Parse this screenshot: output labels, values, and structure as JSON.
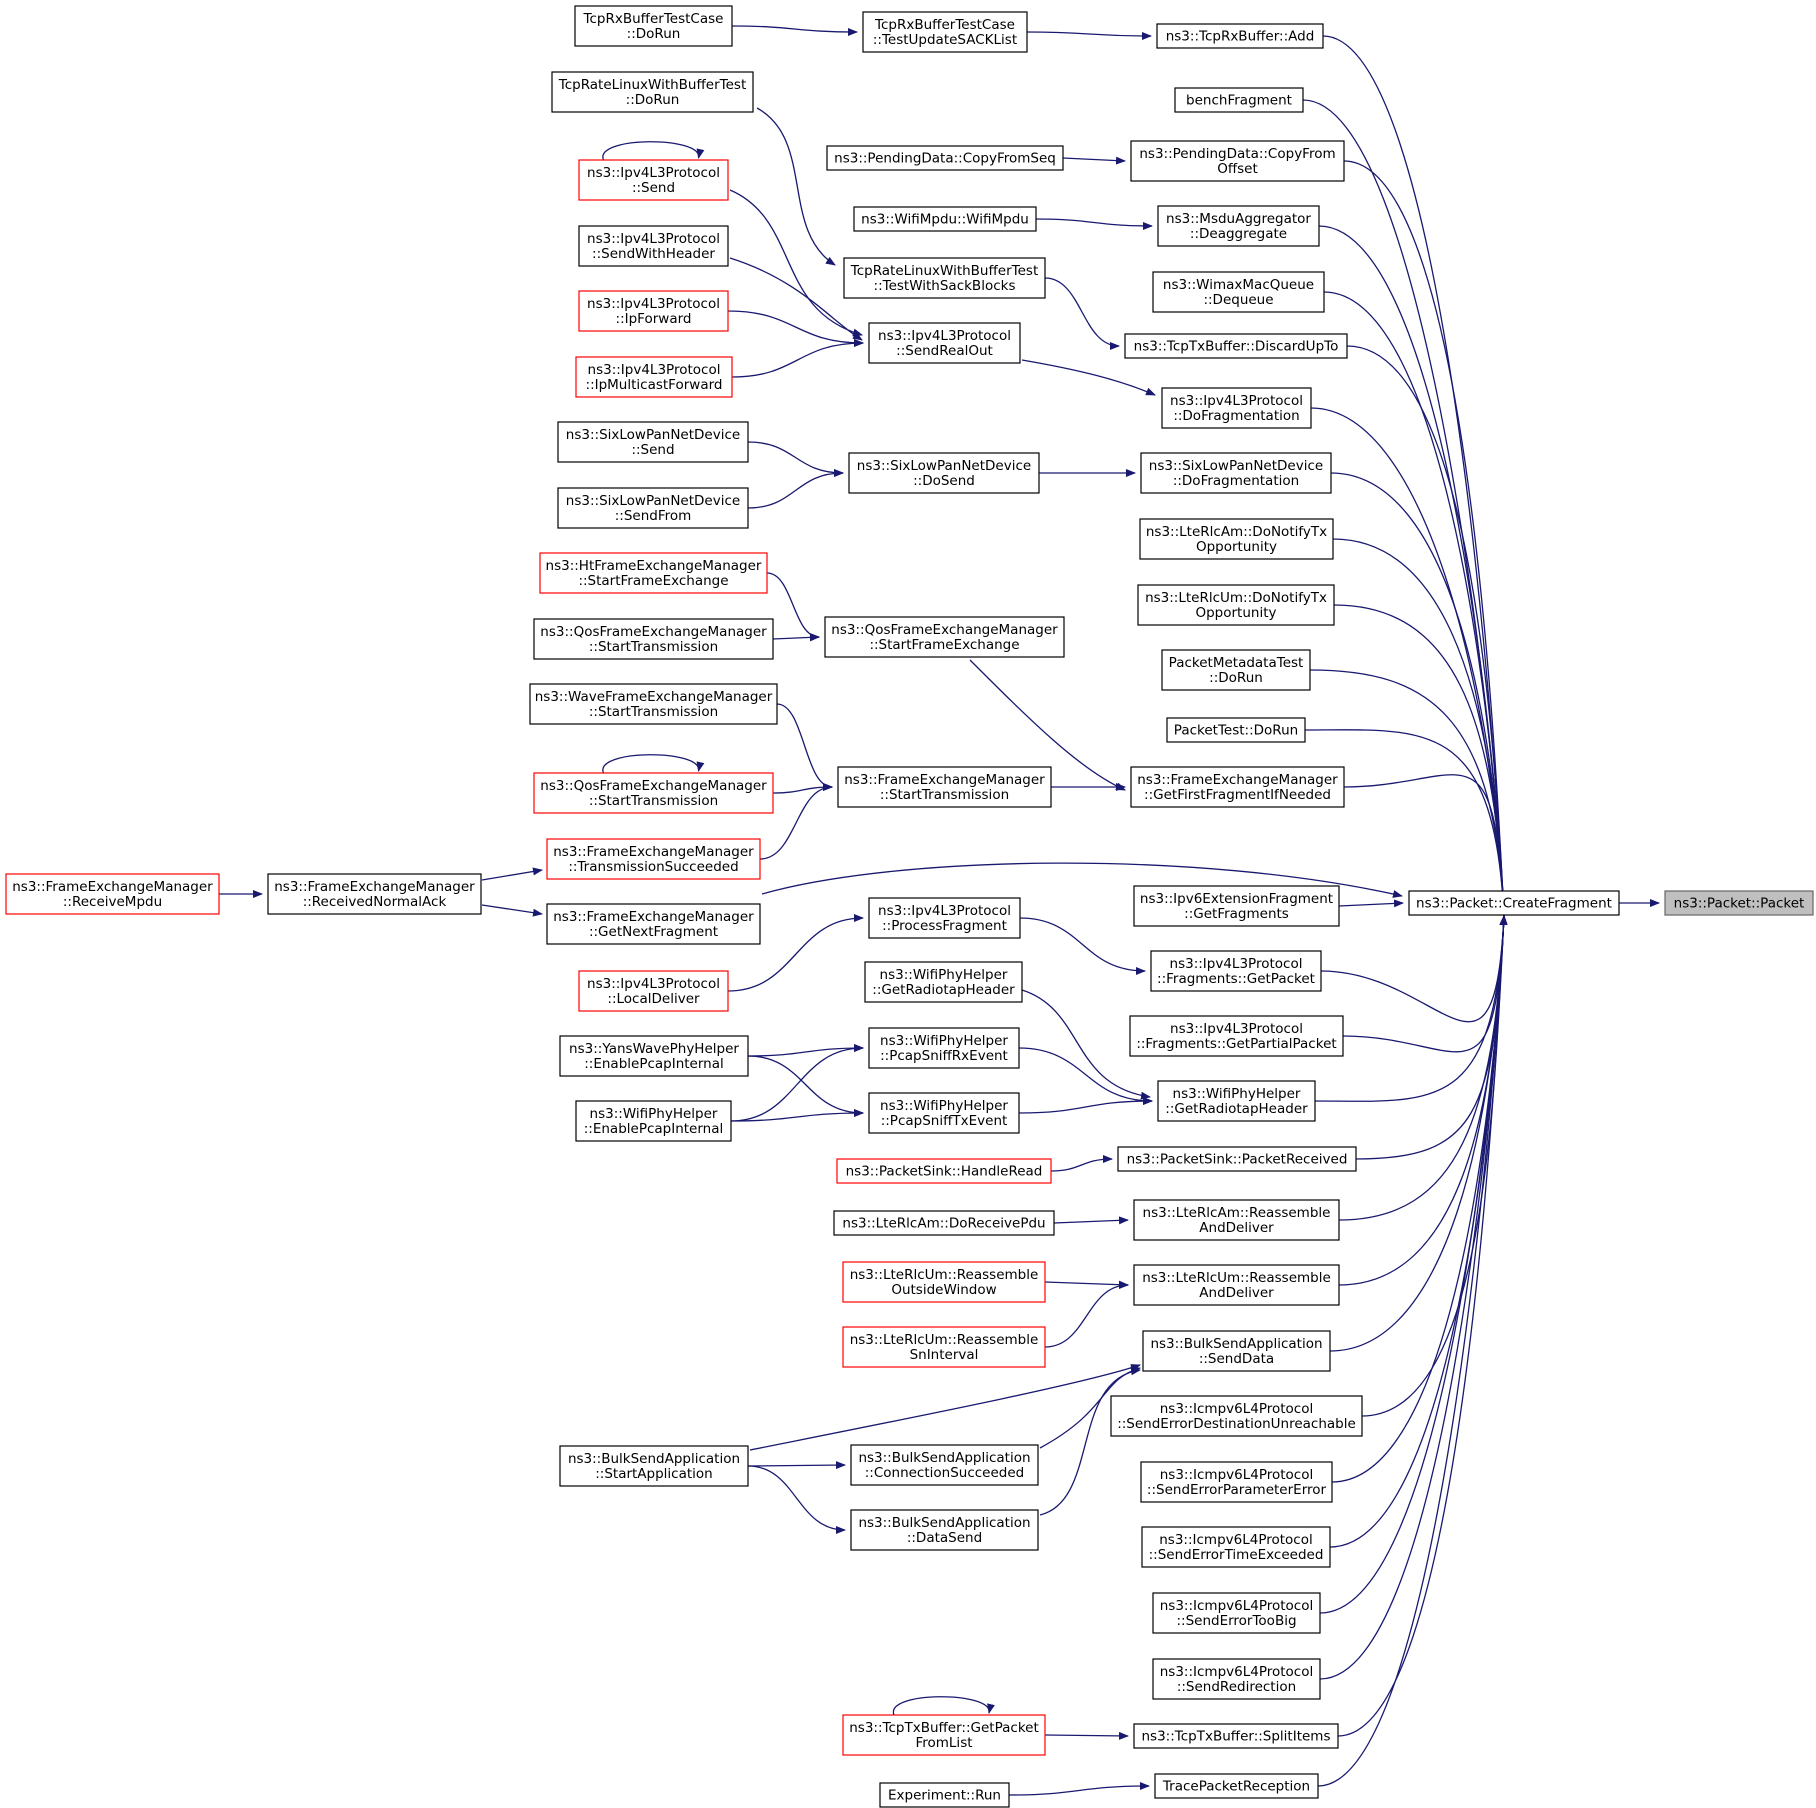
{
  "nodes": [
    {
      "id": "packet",
      "lines": [
        "ns3::Packet::Packet"
      ],
      "kind": "root"
    },
    {
      "id": "createFragment",
      "lines": [
        "ns3::Packet::CreateFragment"
      ],
      "kind": "normal"
    },
    {
      "id": "rxAdd",
      "lines": [
        "ns3::TcpRxBuffer::Add"
      ],
      "kind": "normal"
    },
    {
      "id": "benchFragment",
      "lines": [
        "benchFragment"
      ],
      "kind": "normal"
    },
    {
      "id": "copyFromOffset",
      "lines": [
        "ns3::PendingData::CopyFrom",
        "Offset"
      ],
      "kind": "normal"
    },
    {
      "id": "deaggregate",
      "lines": [
        "ns3::MsduAggregator",
        "::Deaggregate"
      ],
      "kind": "normal"
    },
    {
      "id": "wimaxDequeue",
      "lines": [
        "ns3::WimaxMacQueue",
        "::Dequeue"
      ],
      "kind": "normal"
    },
    {
      "id": "discardUpTo",
      "lines": [
        "ns3::TcpTxBuffer::DiscardUpTo"
      ],
      "kind": "normal"
    },
    {
      "id": "ipv4DoFrag",
      "lines": [
        "ns3::Ipv4L3Protocol",
        "::DoFragmentation"
      ],
      "kind": "normal"
    },
    {
      "id": "sixDoFrag",
      "lines": [
        "ns3::SixLowPanNetDevice",
        "::DoFragmentation"
      ],
      "kind": "normal"
    },
    {
      "id": "rlcAmNotify",
      "lines": [
        "ns3::LteRlcAm::DoNotifyTx",
        "Opportunity"
      ],
      "kind": "normal"
    },
    {
      "id": "rlcUmNotify",
      "lines": [
        "ns3::LteRlcUm::DoNotifyTx",
        "Opportunity"
      ],
      "kind": "normal"
    },
    {
      "id": "pktMetaTest",
      "lines": [
        "PacketMetadataTest",
        "::DoRun"
      ],
      "kind": "normal"
    },
    {
      "id": "pktTest",
      "lines": [
        "PacketTest::DoRun"
      ],
      "kind": "normal"
    },
    {
      "id": "getFirstFrag",
      "lines": [
        "ns3::FrameExchangeManager",
        "::GetFirstFragmentIfNeeded"
      ],
      "kind": "normal"
    },
    {
      "id": "ipv6GetFrags",
      "lines": [
        "ns3::Ipv6ExtensionFragment",
        "::GetFragments"
      ],
      "kind": "normal"
    },
    {
      "id": "fragGetPacket",
      "lines": [
        "ns3::Ipv4L3Protocol",
        "::Fragments::GetPacket"
      ],
      "kind": "normal"
    },
    {
      "id": "fragGetPartial",
      "lines": [
        "ns3::Ipv4L3Protocol",
        "::Fragments::GetPartialPacket"
      ],
      "kind": "normal"
    },
    {
      "id": "getRadiotapR",
      "lines": [
        "ns3::WifiPhyHelper",
        "::GetRadiotapHeader"
      ],
      "kind": "normal"
    },
    {
      "id": "pktReceived",
      "lines": [
        "ns3::PacketSink::PacketReceived"
      ],
      "kind": "normal"
    },
    {
      "id": "rlcAmReasm",
      "lines": [
        "ns3::LteRlcAm::Reassemble",
        "AndDeliver"
      ],
      "kind": "normal"
    },
    {
      "id": "rlcUmReasm",
      "lines": [
        "ns3::LteRlcUm::Reassemble",
        "AndDeliver"
      ],
      "kind": "normal"
    },
    {
      "id": "bulkSendData",
      "lines": [
        "ns3::BulkSendApplication",
        "::SendData"
      ],
      "kind": "normal"
    },
    {
      "id": "icmpDestUnreach",
      "lines": [
        "ns3::Icmpv6L4Protocol",
        "::SendErrorDestinationUnreachable"
      ],
      "kind": "normal"
    },
    {
      "id": "icmpParamErr",
      "lines": [
        "ns3::Icmpv6L4Protocol",
        "::SendErrorParameterError"
      ],
      "kind": "normal"
    },
    {
      "id": "icmpTimeExc",
      "lines": [
        "ns3::Icmpv6L4Protocol",
        "::SendErrorTimeExceeded"
      ],
      "kind": "normal"
    },
    {
      "id": "icmpTooBig",
      "lines": [
        "ns3::Icmpv6L4Protocol",
        "::SendErrorTooBig"
      ],
      "kind": "normal"
    },
    {
      "id": "icmpRedirect",
      "lines": [
        "ns3::Icmpv6L4Protocol",
        "::SendRedirection"
      ],
      "kind": "normal"
    },
    {
      "id": "splitItems",
      "lines": [
        "ns3::TcpTxBuffer::SplitItems"
      ],
      "kind": "normal"
    },
    {
      "id": "traceReception",
      "lines": [
        "TracePacketReception"
      ],
      "kind": "normal"
    },
    {
      "id": "testUpdateSack",
      "lines": [
        "TcpRxBufferTestCase",
        "::TestUpdateSACKList"
      ],
      "kind": "normal"
    },
    {
      "id": "copyFromSeq",
      "lines": [
        "ns3::PendingData::CopyFromSeq"
      ],
      "kind": "normal"
    },
    {
      "id": "wifiMpdu",
      "lines": [
        "ns3::WifiMpdu::WifiMpdu"
      ],
      "kind": "normal"
    },
    {
      "id": "testWithSack",
      "lines": [
        "TcpRateLinuxWithBufferTest",
        "::TestWithSackBlocks"
      ],
      "kind": "normal"
    },
    {
      "id": "sendRealOut",
      "lines": [
        "ns3::Ipv4L3Protocol",
        "::SendRealOut"
      ],
      "kind": "normal"
    },
    {
      "id": "sixDoSend",
      "lines": [
        "ns3::SixLowPanNetDevice",
        "::DoSend"
      ],
      "kind": "normal"
    },
    {
      "id": "qosStartFE",
      "lines": [
        "ns3::QosFrameExchangeManager",
        "::StartFrameExchange"
      ],
      "kind": "normal"
    },
    {
      "id": "femStartTx",
      "lines": [
        "ns3::FrameExchangeManager",
        "::StartTransmission"
      ],
      "kind": "normal"
    },
    {
      "id": "processFrag",
      "lines": [
        "ns3::Ipv4L3Protocol",
        "::ProcessFragment"
      ],
      "kind": "normal"
    },
    {
      "id": "getRadiotapL",
      "lines": [
        "ns3::WifiPhyHelper",
        "::GetRadiotapHeader"
      ],
      "kind": "normal"
    },
    {
      "id": "sniffRx",
      "lines": [
        "ns3::WifiPhyHelper",
        "::PcapSniffRxEvent"
      ],
      "kind": "normal"
    },
    {
      "id": "sniffTx",
      "lines": [
        "ns3::WifiPhyHelper",
        "::PcapSniffTxEvent"
      ],
      "kind": "normal"
    },
    {
      "id": "handleRead",
      "lines": [
        "ns3::PacketSink::HandleRead"
      ],
      "kind": "partial"
    },
    {
      "id": "rlcAmRecvPdu",
      "lines": [
        "ns3::LteRlcAm::DoReceivePdu"
      ],
      "kind": "normal"
    },
    {
      "id": "umOutside",
      "lines": [
        "ns3::LteRlcUm::Reassemble",
        "OutsideWindow"
      ],
      "kind": "partial"
    },
    {
      "id": "umSnInterval",
      "lines": [
        "ns3::LteRlcUm::Reassemble",
        "SnInterval"
      ],
      "kind": "partial"
    },
    {
      "id": "connSucceeded",
      "lines": [
        "ns3::BulkSendApplication",
        "::ConnectionSucceeded"
      ],
      "kind": "normal"
    },
    {
      "id": "dataSend",
      "lines": [
        "ns3::BulkSendApplication",
        "::DataSend"
      ],
      "kind": "normal"
    },
    {
      "id": "getPktFromList",
      "lines": [
        "ns3::TcpTxBuffer::GetPacket",
        "FromList"
      ],
      "kind": "partial"
    },
    {
      "id": "expRun",
      "lines": [
        "Experiment::Run"
      ],
      "kind": "normal"
    },
    {
      "id": "tcpRxTestDoRun",
      "lines": [
        "TcpRxBufferTestCase",
        "::DoRun"
      ],
      "kind": "normal"
    },
    {
      "id": "tcpRateDoRun",
      "lines": [
        "TcpRateLinuxWithBufferTest",
        "::DoRun"
      ],
      "kind": "normal"
    },
    {
      "id": "ipv4Send",
      "lines": [
        "ns3::Ipv4L3Protocol",
        "::Send"
      ],
      "kind": "partial"
    },
    {
      "id": "ipv4SendHdr",
      "lines": [
        "ns3::Ipv4L3Protocol",
        "::SendWithHeader"
      ],
      "kind": "normal"
    },
    {
      "id": "ipv4IpFwd",
      "lines": [
        "ns3::Ipv4L3Protocol",
        "::IpForward"
      ],
      "kind": "partial"
    },
    {
      "id": "ipv4McastFwd",
      "lines": [
        "ns3::Ipv4L3Protocol",
        "::IpMulticastForward"
      ],
      "kind": "partial"
    },
    {
      "id": "sixSend",
      "lines": [
        "ns3::SixLowPanNetDevice",
        "::Send"
      ],
      "kind": "normal"
    },
    {
      "id": "sixSendFrom",
      "lines": [
        "ns3::SixLowPanNetDevice",
        "::SendFrom"
      ],
      "kind": "normal"
    },
    {
      "id": "htStartFE",
      "lines": [
        "ns3::HtFrameExchangeManager",
        "::StartFrameExchange"
      ],
      "kind": "partial"
    },
    {
      "id": "qosStartTx1",
      "lines": [
        "ns3::QosFrameExchangeManager",
        "::StartTransmission"
      ],
      "kind": "normal"
    },
    {
      "id": "waveStartTx",
      "lines": [
        "ns3::WaveFrameExchangeManager",
        "::StartTransmission"
      ],
      "kind": "normal"
    },
    {
      "id": "qosStartTx2",
      "lines": [
        "ns3::QosFrameExchangeManager",
        "::StartTransmission"
      ],
      "kind": "partial"
    },
    {
      "id": "txSucceeded",
      "lines": [
        "ns3::FrameExchangeManager",
        "::TransmissionSucceeded"
      ],
      "kind": "partial"
    },
    {
      "id": "getNextFrag",
      "lines": [
        "ns3::FrameExchangeManager",
        "::GetNextFragment"
      ],
      "kind": "normal"
    },
    {
      "id": "localDeliver",
      "lines": [
        "ns3::Ipv4L3Protocol",
        "::LocalDeliver"
      ],
      "kind": "partial"
    },
    {
      "id": "yansEnablePcap",
      "lines": [
        "ns3::YansWavePhyHelper",
        "::EnablePcapInternal"
      ],
      "kind": "normal"
    },
    {
      "id": "wifiEnablePcap",
      "lines": [
        "ns3::WifiPhyHelper",
        "::EnablePcapInternal"
      ],
      "kind": "normal"
    },
    {
      "id": "startApp",
      "lines": [
        "ns3::BulkSendApplication",
        "::StartApplication"
      ],
      "kind": "normal"
    },
    {
      "id": "recvNormalAck",
      "lines": [
        "ns3::FrameExchangeManager",
        "::ReceivedNormalAck"
      ],
      "kind": "normal"
    },
    {
      "id": "receiveMpdu",
      "lines": [
        "ns3::FrameExchangeManager",
        "::ReceiveMpdu"
      ],
      "kind": "partial"
    }
  ],
  "edges": [
    [
      "createFragment",
      "packet"
    ],
    [
      "rxAdd",
      "createFragment"
    ],
    [
      "benchFragment",
      "createFragment"
    ],
    [
      "copyFromOffset",
      "createFragment"
    ],
    [
      "deaggregate",
      "createFragment"
    ],
    [
      "wimaxDequeue",
      "createFragment"
    ],
    [
      "discardUpTo",
      "createFragment"
    ],
    [
      "ipv4DoFrag",
      "createFragment"
    ],
    [
      "sixDoFrag",
      "createFragment"
    ],
    [
      "rlcAmNotify",
      "createFragment"
    ],
    [
      "rlcUmNotify",
      "createFragment"
    ],
    [
      "pktMetaTest",
      "createFragment"
    ],
    [
      "pktTest",
      "createFragment"
    ],
    [
      "getFirstFrag",
      "createFragment"
    ],
    [
      "ipv6GetFrags",
      "createFragment"
    ],
    [
      "fragGetPacket",
      "createFragment"
    ],
    [
      "fragGetPartial",
      "createFragment"
    ],
    [
      "getRadiotapR",
      "createFragment"
    ],
    [
      "pktReceived",
      "createFragment"
    ],
    [
      "rlcAmReasm",
      "createFragment"
    ],
    [
      "rlcUmReasm",
      "createFragment"
    ],
    [
      "bulkSendData",
      "createFragment"
    ],
    [
      "icmpDestUnreach",
      "createFragment"
    ],
    [
      "icmpParamErr",
      "createFragment"
    ],
    [
      "icmpTimeExc",
      "createFragment"
    ],
    [
      "icmpTooBig",
      "createFragment"
    ],
    [
      "icmpRedirect",
      "createFragment"
    ],
    [
      "splitItems",
      "createFragment"
    ],
    [
      "traceReception",
      "createFragment"
    ],
    [
      "getNextFrag",
      "createFragment"
    ],
    [
      "testUpdateSack",
      "rxAdd"
    ],
    [
      "tcpRxTestDoRun",
      "testUpdateSack"
    ],
    [
      "copyFromSeq",
      "copyFromOffset"
    ],
    [
      "wifiMpdu",
      "deaggregate"
    ],
    [
      "testWithSack",
      "discardUpTo"
    ],
    [
      "tcpRateDoRun",
      "testWithSack"
    ],
    [
      "sendRealOut",
      "ipv4DoFrag"
    ],
    [
      "ipv4Send",
      "sendRealOut"
    ],
    [
      "ipv4SendHdr",
      "sendRealOut"
    ],
    [
      "ipv4IpFwd",
      "sendRealOut"
    ],
    [
      "ipv4McastFwd",
      "sendRealOut"
    ],
    [
      "ipv4Send",
      "ipv4Send"
    ],
    [
      "sixDoSend",
      "sixDoFrag"
    ],
    [
      "sixSend",
      "sixDoSend"
    ],
    [
      "sixSendFrom",
      "sixDoSend"
    ],
    [
      "qosStartFE",
      "getFirstFrag"
    ],
    [
      "femStartTx",
      "getFirstFrag"
    ],
    [
      "htStartFE",
      "qosStartFE"
    ],
    [
      "qosStartTx1",
      "qosStartFE"
    ],
    [
      "waveStartTx",
      "femStartTx"
    ],
    [
      "qosStartTx2",
      "femStartTx"
    ],
    [
      "txSucceeded",
      "femStartTx"
    ],
    [
      "qosStartTx2",
      "qosStartTx2"
    ],
    [
      "recvNormalAck",
      "txSucceeded"
    ],
    [
      "recvNormalAck",
      "getNextFrag"
    ],
    [
      "receiveMpdu",
      "recvNormalAck"
    ],
    [
      "processFrag",
      "fragGetPacket"
    ],
    [
      "localDeliver",
      "processFrag"
    ],
    [
      "getRadiotapL",
      "getRadiotapR"
    ],
    [
      "sniffRx",
      "getRadiotapR"
    ],
    [
      "sniffTx",
      "getRadiotapR"
    ],
    [
      "yansEnablePcap",
      "sniffRx"
    ],
    [
      "yansEnablePcap",
      "sniffTx"
    ],
    [
      "wifiEnablePcap",
      "sniffRx"
    ],
    [
      "wifiEnablePcap",
      "sniffTx"
    ],
    [
      "handleRead",
      "pktReceived"
    ],
    [
      "rlcAmRecvPdu",
      "rlcAmReasm"
    ],
    [
      "umOutside",
      "rlcUmReasm"
    ],
    [
      "umSnInterval",
      "rlcUmReasm"
    ],
    [
      "connSucceeded",
      "bulkSendData"
    ],
    [
      "dataSend",
      "bulkSendData"
    ],
    [
      "startApp",
      "bulkSendData"
    ],
    [
      "startApp",
      "connSucceeded"
    ],
    [
      "startApp",
      "dataSend"
    ],
    [
      "getPktFromList",
      "splitItems"
    ],
    [
      "getPktFromList",
      "getPktFromList"
    ],
    [
      "expRun",
      "traceReception"
    ]
  ]
}
